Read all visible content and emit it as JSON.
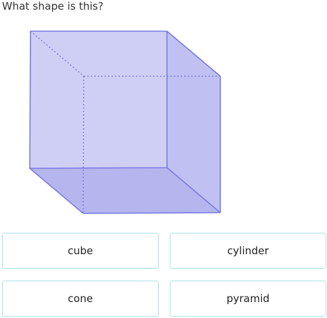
{
  "question": {
    "text": "What shape is this?"
  },
  "figure": {
    "shape_name": "cube-icon",
    "colors": {
      "front_face": "#cfcff6",
      "right_face": "#c0c0f2",
      "bottom_face": "#b6b6ef",
      "edge": "#7b7be3",
      "hidden_edge": "#7b7be3"
    }
  },
  "choices": [
    {
      "label": "cube"
    },
    {
      "label": "cylinder"
    },
    {
      "label": "cone"
    },
    {
      "label": "pyramid"
    }
  ],
  "colors": {
    "choice_border": "#a7e3ec",
    "text": "#222222"
  }
}
